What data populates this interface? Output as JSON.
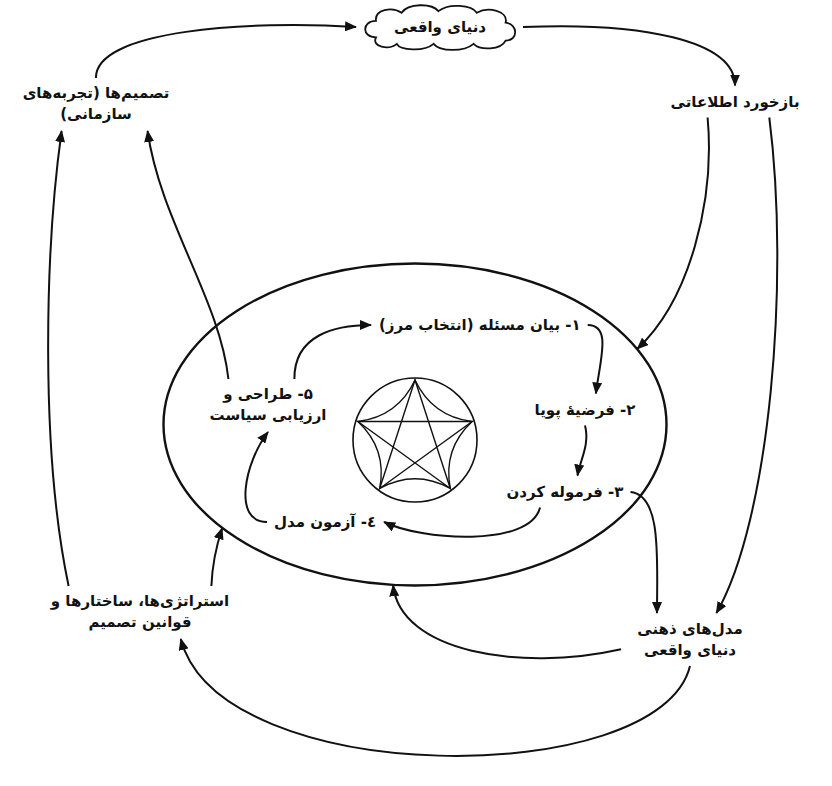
{
  "diagram": {
    "nodes": [
      {
        "text": [
          "دنیای واقعی"
        ]
      },
      {
        "text": [
          "تصمیم‌ها (تجربه‌های سازمانی)"
        ]
      },
      {
        "text": [
          "بازخورد اطلاعاتی"
        ]
      },
      {
        "text": []
      },
      {
        "text": [
          "۱- بیان مسئله (انتخاب مرز)"
        ],
        "in": 3
      },
      {
        "text": [
          "۲- فرضیهٔ پویا"
        ],
        "in": 3
      },
      {
        "text": [
          "۳- فرموله کردن"
        ],
        "in": 3
      },
      {
        "text": [
          "٤- آزمون مدل"
        ],
        "in": 3
      },
      {
        "text": [
          "۵- طراحی و ارزیابی سیاست"
        ],
        "in": 3
      },
      {
        "text": [
          "استراتژی‌ها، ساختارها و قوانین تصمیم"
        ]
      },
      {
        "text": [
          "مدل‌های ذهنی دنیای واقعی"
        ]
      }
    ],
    "edges": [
      {
        "from": 0,
        "to": 2,
        "arrow": "to"
      },
      {
        "from": 2,
        "to": 3,
        "arrow": "to"
      },
      {
        "from": 2,
        "to": 10,
        "arrow": "to"
      },
      {
        "from": 4,
        "to": 5,
        "arrow": "to"
      },
      {
        "from": 5,
        "to": 6,
        "arrow": "to"
      },
      {
        "from": 6,
        "to": 7,
        "arrow": "to"
      },
      {
        "from": 7,
        "to": 8,
        "arrow": "to"
      },
      {
        "from": 8,
        "to": 4,
        "arrow": "to"
      },
      {
        "from": 6,
        "to": 10,
        "arrow": "to"
      },
      {
        "from": 10,
        "to": 3,
        "arrow": "to"
      },
      {
        "from": 10,
        "to": 9,
        "arrow": "to"
      },
      {
        "from": 9,
        "to": 3,
        "arrow": "to"
      },
      {
        "from": 9,
        "to": 1,
        "arrow": "to"
      },
      {
        "from": 8,
        "to": 1,
        "arrow": "to"
      },
      {
        "from": 1,
        "to": 0,
        "arrow": "to"
      }
    ]
  }
}
